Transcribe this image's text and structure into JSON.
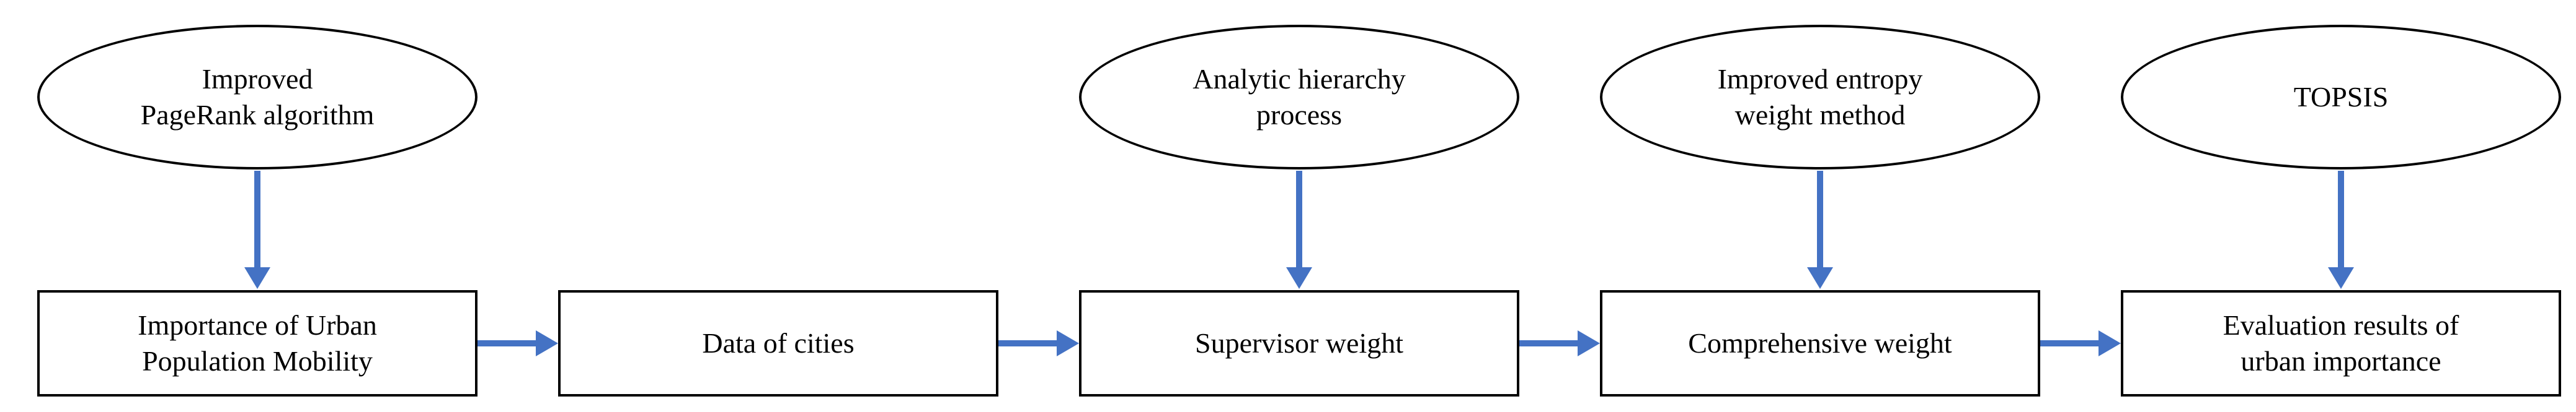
{
  "colors": {
    "arrow": "#4472C4",
    "node_stroke": "#000000",
    "text": "#000000",
    "background": "#ffffff"
  },
  "diagram": {
    "ellipses": [
      {
        "id": "improved-pagerank",
        "lines": [
          "Improved",
          "PageRank algorithm"
        ]
      },
      {
        "id": "analytic-hierarchy",
        "lines": [
          "Analytic hierarchy",
          "process"
        ]
      },
      {
        "id": "improved-entropy",
        "lines": [
          "Improved entropy",
          "weight method"
        ]
      },
      {
        "id": "topsis",
        "lines": [
          "TOPSIS"
        ]
      }
    ],
    "boxes": [
      {
        "id": "importance-urban-population-mobility",
        "lines": [
          "Importance of Urban",
          "Population Mobility"
        ]
      },
      {
        "id": "data-of-cities",
        "lines": [
          "Data of cities"
        ]
      },
      {
        "id": "supervisor-weight",
        "lines": [
          "Supervisor weight"
        ]
      },
      {
        "id": "comprehensive-weight",
        "lines": [
          "Comprehensive weight"
        ]
      },
      {
        "id": "evaluation-results-urban-importance",
        "lines": [
          "Evaluation results of",
          "urban importance"
        ]
      }
    ],
    "edges": [
      {
        "from": "improved-pagerank",
        "to": "importance-urban-population-mobility",
        "direction": "down"
      },
      {
        "from": "analytic-hierarchy",
        "to": "supervisor-weight",
        "direction": "down"
      },
      {
        "from": "improved-entropy",
        "to": "comprehensive-weight",
        "direction": "down"
      },
      {
        "from": "topsis",
        "to": "evaluation-results-urban-importance",
        "direction": "down"
      },
      {
        "from": "importance-urban-population-mobility",
        "to": "data-of-cities",
        "direction": "right"
      },
      {
        "from": "data-of-cities",
        "to": "supervisor-weight",
        "direction": "right"
      },
      {
        "from": "supervisor-weight",
        "to": "comprehensive-weight",
        "direction": "right"
      },
      {
        "from": "comprehensive-weight",
        "to": "evaluation-results-urban-importance",
        "direction": "right"
      }
    ]
  }
}
